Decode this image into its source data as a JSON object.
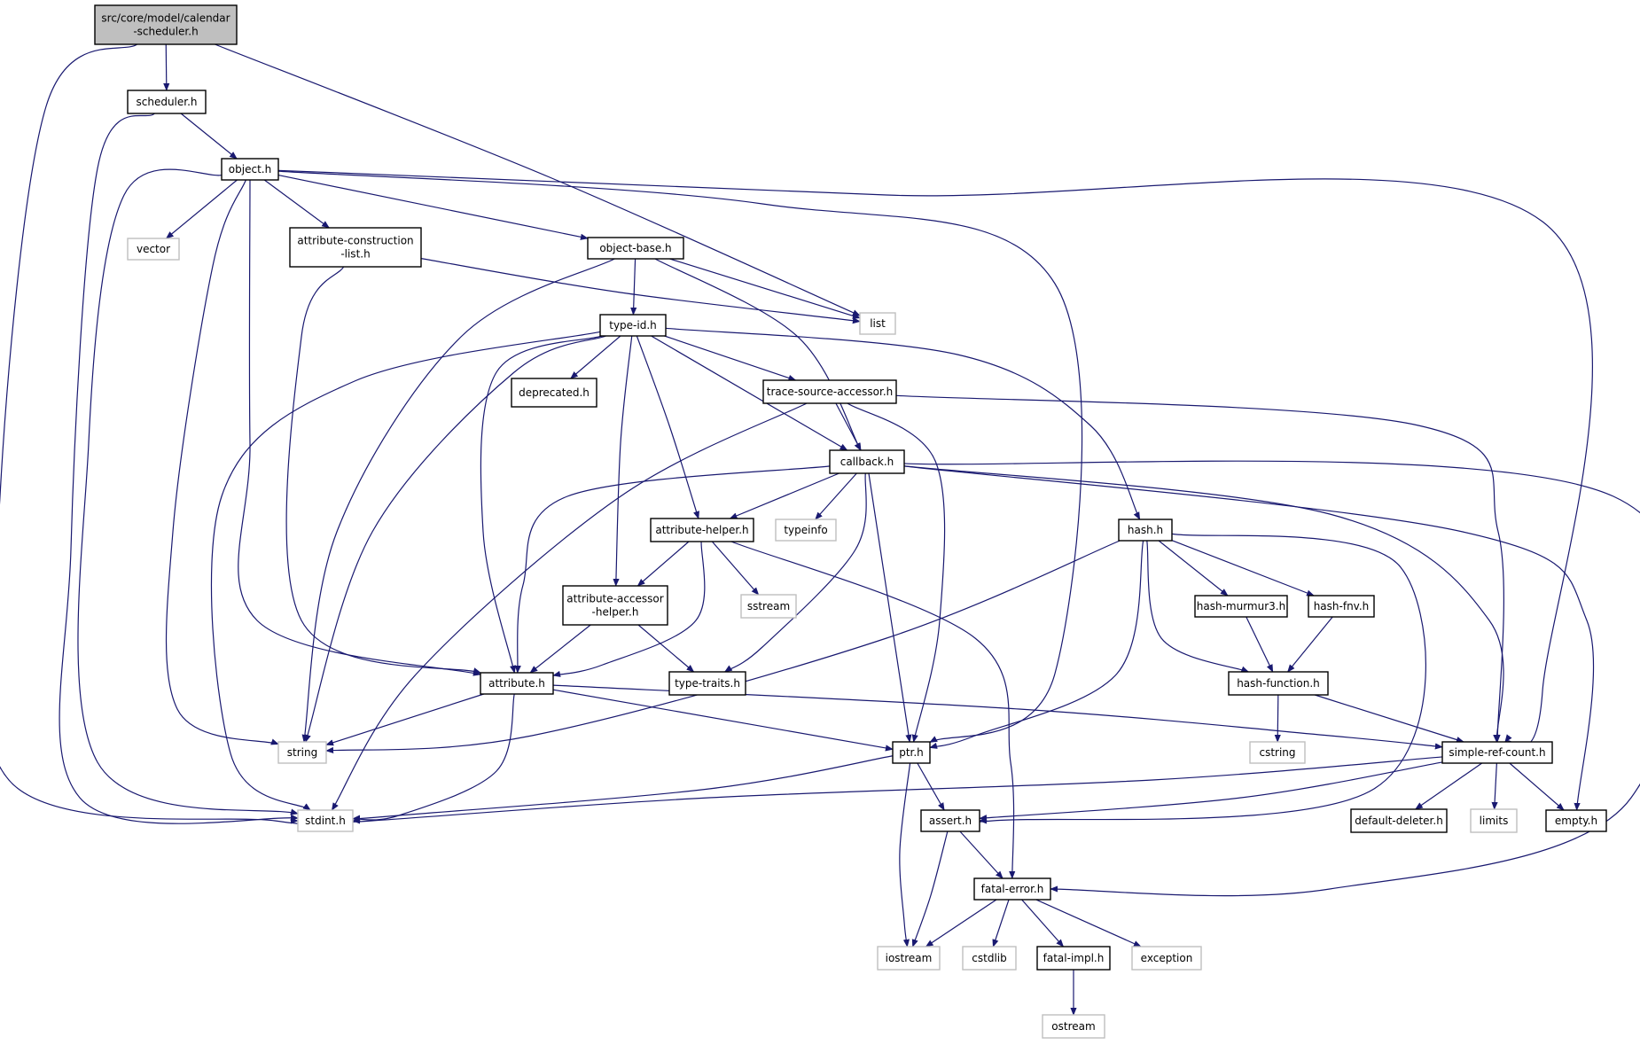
{
  "diagram": {
    "nodes": [
      {
        "id": "calendar-scheduler",
        "lines": [
          "src/core/model/calendar",
          "-scheduler.h"
        ],
        "kind": "root"
      },
      {
        "id": "scheduler",
        "lines": [
          "scheduler.h"
        ],
        "kind": "file"
      },
      {
        "id": "object",
        "lines": [
          "object.h"
        ],
        "kind": "file"
      },
      {
        "id": "vector",
        "lines": [
          "vector"
        ],
        "kind": "ext"
      },
      {
        "id": "attribute-construction-list",
        "lines": [
          "attribute-construction",
          "-list.h"
        ],
        "kind": "file"
      },
      {
        "id": "object-base",
        "lines": [
          "object-base.h"
        ],
        "kind": "file"
      },
      {
        "id": "list",
        "lines": [
          "list"
        ],
        "kind": "ext"
      },
      {
        "id": "type-id",
        "lines": [
          "type-id.h"
        ],
        "kind": "file"
      },
      {
        "id": "deprecated",
        "lines": [
          "deprecated.h"
        ],
        "kind": "file"
      },
      {
        "id": "trace-source-accessor",
        "lines": [
          "trace-source-accessor.h"
        ],
        "kind": "file"
      },
      {
        "id": "callback",
        "lines": [
          "callback.h"
        ],
        "kind": "file"
      },
      {
        "id": "attribute-helper",
        "lines": [
          "attribute-helper.h"
        ],
        "kind": "file"
      },
      {
        "id": "typeinfo",
        "lines": [
          "typeinfo"
        ],
        "kind": "ext"
      },
      {
        "id": "hash",
        "lines": [
          "hash.h"
        ],
        "kind": "file"
      },
      {
        "id": "attribute-accessor-helper",
        "lines": [
          "attribute-accessor",
          "-helper.h"
        ],
        "kind": "file"
      },
      {
        "id": "sstream",
        "lines": [
          "sstream"
        ],
        "kind": "ext"
      },
      {
        "id": "hash-murmur3",
        "lines": [
          "hash-murmur3.h"
        ],
        "kind": "file"
      },
      {
        "id": "hash-fnv",
        "lines": [
          "hash-fnv.h"
        ],
        "kind": "file"
      },
      {
        "id": "attribute",
        "lines": [
          "attribute.h"
        ],
        "kind": "file"
      },
      {
        "id": "type-traits",
        "lines": [
          "type-traits.h"
        ],
        "kind": "file"
      },
      {
        "id": "hash-function",
        "lines": [
          "hash-function.h"
        ],
        "kind": "file"
      },
      {
        "id": "string",
        "lines": [
          "string"
        ],
        "kind": "ext"
      },
      {
        "id": "ptr",
        "lines": [
          "ptr.h"
        ],
        "kind": "file"
      },
      {
        "id": "cstring",
        "lines": [
          "cstring"
        ],
        "kind": "ext"
      },
      {
        "id": "simple-ref-count",
        "lines": [
          "simple-ref-count.h"
        ],
        "kind": "file"
      },
      {
        "id": "stdint",
        "lines": [
          "stdint.h"
        ],
        "kind": "ext"
      },
      {
        "id": "assert",
        "lines": [
          "assert.h"
        ],
        "kind": "file"
      },
      {
        "id": "default-deleter",
        "lines": [
          "default-deleter.h"
        ],
        "kind": "file"
      },
      {
        "id": "limits",
        "lines": [
          "limits"
        ],
        "kind": "ext"
      },
      {
        "id": "empty",
        "lines": [
          "empty.h"
        ],
        "kind": "file"
      },
      {
        "id": "fatal-error",
        "lines": [
          "fatal-error.h"
        ],
        "kind": "file"
      },
      {
        "id": "iostream",
        "lines": [
          "iostream"
        ],
        "kind": "ext"
      },
      {
        "id": "cstdlib",
        "lines": [
          "cstdlib"
        ],
        "kind": "ext"
      },
      {
        "id": "fatal-impl",
        "lines": [
          "fatal-impl.h"
        ],
        "kind": "file"
      },
      {
        "id": "exception",
        "lines": [
          "exception"
        ],
        "kind": "ext"
      },
      {
        "id": "ostream",
        "lines": [
          "ostream"
        ],
        "kind": "ext"
      }
    ],
    "edges": [
      {
        "from": "calendar-scheduler",
        "to": "scheduler"
      },
      {
        "from": "calendar-scheduler",
        "to": "list"
      },
      {
        "from": "calendar-scheduler",
        "to": "stdint"
      },
      {
        "from": "scheduler",
        "to": "object"
      },
      {
        "from": "scheduler",
        "to": "stdint"
      },
      {
        "from": "object",
        "to": "vector"
      },
      {
        "from": "object",
        "to": "attribute-construction-list"
      },
      {
        "from": "object",
        "to": "object-base"
      },
      {
        "from": "object",
        "to": "attribute"
      },
      {
        "from": "object",
        "to": "string"
      },
      {
        "from": "object",
        "to": "stdint"
      },
      {
        "from": "object",
        "to": "ptr"
      },
      {
        "from": "object",
        "to": "simple-ref-count"
      },
      {
        "from": "attribute-construction-list",
        "to": "list"
      },
      {
        "from": "attribute-construction-list",
        "to": "attribute"
      },
      {
        "from": "object-base",
        "to": "list"
      },
      {
        "from": "object-base",
        "to": "type-id"
      },
      {
        "from": "object-base",
        "to": "string"
      },
      {
        "from": "object-base",
        "to": "callback"
      },
      {
        "from": "type-id",
        "to": "deprecated"
      },
      {
        "from": "type-id",
        "to": "trace-source-accessor"
      },
      {
        "from": "type-id",
        "to": "callback"
      },
      {
        "from": "type-id",
        "to": "attribute-helper"
      },
      {
        "from": "type-id",
        "to": "attribute-accessor-helper"
      },
      {
        "from": "type-id",
        "to": "attribute"
      },
      {
        "from": "type-id",
        "to": "string"
      },
      {
        "from": "type-id",
        "to": "stdint"
      },
      {
        "from": "type-id",
        "to": "hash"
      },
      {
        "from": "trace-source-accessor",
        "to": "callback"
      },
      {
        "from": "trace-source-accessor",
        "to": "ptr"
      },
      {
        "from": "trace-source-accessor",
        "to": "simple-ref-count"
      },
      {
        "from": "trace-source-accessor",
        "to": "stdint"
      },
      {
        "from": "callback",
        "to": "attribute-helper"
      },
      {
        "from": "callback",
        "to": "typeinfo"
      },
      {
        "from": "callback",
        "to": "type-traits"
      },
      {
        "from": "callback",
        "to": "ptr"
      },
      {
        "from": "callback",
        "to": "attribute"
      },
      {
        "from": "callback",
        "to": "simple-ref-count"
      },
      {
        "from": "callback",
        "to": "empty"
      },
      {
        "from": "callback",
        "to": "fatal-error"
      },
      {
        "from": "attribute-helper",
        "to": "attribute-accessor-helper"
      },
      {
        "from": "attribute-helper",
        "to": "sstream"
      },
      {
        "from": "attribute-helper",
        "to": "attribute"
      },
      {
        "from": "attribute-helper",
        "to": "fatal-error"
      },
      {
        "from": "attribute-accessor-helper",
        "to": "attribute"
      },
      {
        "from": "attribute-accessor-helper",
        "to": "type-traits"
      },
      {
        "from": "hash",
        "to": "hash-murmur3"
      },
      {
        "from": "hash",
        "to": "hash-fnv"
      },
      {
        "from": "hash",
        "to": "hash-function"
      },
      {
        "from": "hash",
        "to": "string"
      },
      {
        "from": "hash",
        "to": "ptr"
      },
      {
        "from": "hash",
        "to": "assert"
      },
      {
        "from": "hash-murmur3",
        "to": "hash-function"
      },
      {
        "from": "hash-fnv",
        "to": "hash-function"
      },
      {
        "from": "hash-function",
        "to": "cstring"
      },
      {
        "from": "hash-function",
        "to": "simple-ref-count"
      },
      {
        "from": "attribute",
        "to": "string"
      },
      {
        "from": "attribute",
        "to": "stdint"
      },
      {
        "from": "attribute",
        "to": "ptr"
      },
      {
        "from": "attribute",
        "to": "simple-ref-count"
      },
      {
        "from": "ptr",
        "to": "stdint"
      },
      {
        "from": "ptr",
        "to": "assert"
      },
      {
        "from": "ptr",
        "to": "iostream"
      },
      {
        "from": "simple-ref-count",
        "to": "stdint"
      },
      {
        "from": "simple-ref-count",
        "to": "assert"
      },
      {
        "from": "simple-ref-count",
        "to": "default-deleter"
      },
      {
        "from": "simple-ref-count",
        "to": "limits"
      },
      {
        "from": "simple-ref-count",
        "to": "empty"
      },
      {
        "from": "assert",
        "to": "iostream"
      },
      {
        "from": "assert",
        "to": "fatal-error"
      },
      {
        "from": "fatal-error",
        "to": "iostream"
      },
      {
        "from": "fatal-error",
        "to": "cstdlib"
      },
      {
        "from": "fatal-error",
        "to": "fatal-impl"
      },
      {
        "from": "fatal-error",
        "to": "exception"
      },
      {
        "from": "fatal-impl",
        "to": "ostream"
      }
    ]
  }
}
